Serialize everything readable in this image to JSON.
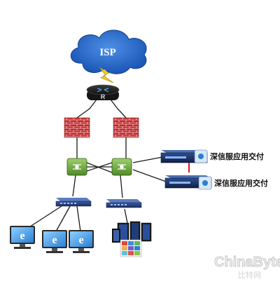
{
  "diagram": {
    "cloud": {
      "label": "ISP",
      "color": "#1e5fc0"
    },
    "router": {
      "label": "R"
    },
    "appliances": [
      {
        "label": "深信服应用交付"
      },
      {
        "label": "深信服应用交付"
      }
    ],
    "watermark": {
      "logo_text": "ChinaByte",
      "sub_text": "比特网"
    }
  },
  "colors": {
    "link": "#1a1a1a",
    "firewall": "#c0282a",
    "switch": "#6aa63a",
    "isp_cloud": "#1e5fc0",
    "lightning": "#f5d020",
    "monitor": "#2a7fd4"
  }
}
